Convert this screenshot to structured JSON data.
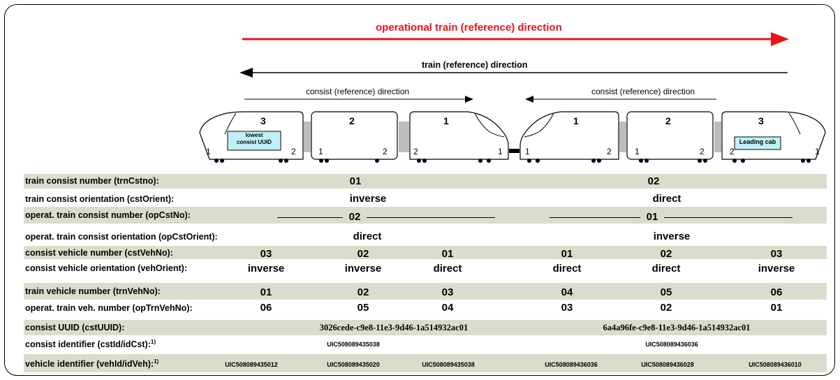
{
  "directions": {
    "operational": "operational train (reference) direction",
    "train": "train (reference) direction",
    "consist_left": "consist (reference) direction",
    "consist_right": "consist (reference) direction"
  },
  "cars": [
    {
      "number": "3",
      "end_left": "1",
      "end_right": "2"
    },
    {
      "number": "2",
      "end_left": "1",
      "end_right": "2"
    },
    {
      "number": "1",
      "end_left": "2",
      "end_right": "1"
    },
    {
      "number": "1",
      "end_left": "1",
      "end_right": "2"
    },
    {
      "number": "2",
      "end_left": "1",
      "end_right": "2"
    },
    {
      "number": "3",
      "end_left": "2",
      "end_right": "1"
    }
  ],
  "badges": {
    "lowest_uuid_line1": "lowest",
    "lowest_uuid_line2": "consist UUID",
    "leading_cab": "Leading cab"
  },
  "rows": {
    "trnCstno": {
      "label": "train consist number (trnCstno):",
      "values": [
        "01",
        "02"
      ]
    },
    "cstOrient": {
      "label": "train consist orientation (cstOrient):",
      "values": [
        "inverse",
        "direct"
      ]
    },
    "opCstNo": {
      "label": "operat. train consist number (opCstNo):",
      "values": [
        "02",
        "01"
      ]
    },
    "opCstOrient": {
      "label": "operat. train consist orientation (opCstOrient):",
      "values": [
        "direct",
        "inverse"
      ]
    },
    "cstVehNo": {
      "label": "consist vehicle number (cstVehNo):",
      "values": [
        "03",
        "02",
        "01",
        "01",
        "02",
        "03"
      ]
    },
    "vehOrient": {
      "label": "consist vehicle orientation (vehOrient):",
      "values": [
        "inverse",
        "inverse",
        "direct",
        "direct",
        "direct",
        "inverse"
      ]
    },
    "trnVehNo": {
      "label": "train vehicle number (trnVehNo):",
      "values": [
        "01",
        "02",
        "03",
        "04",
        "05",
        "06"
      ]
    },
    "opTrnVehNo": {
      "label": "operat. train veh. number (opTrnVehNo):",
      "values": [
        "06",
        "05",
        "04",
        "03",
        "02",
        "01"
      ]
    },
    "cstUUID": {
      "label": "consist UUID (cstUUID):",
      "values": [
        "3026cede-c9e8-11e3-9d46-1a514932ac01",
        "6a4a96fe-c9e8-11e3-9d46-1a514932ac01"
      ]
    },
    "cstId": {
      "label": "consist identifier (cstId/idCst):",
      "sup": "1)",
      "values": [
        "UIC508089435038",
        "UIC508089436036"
      ]
    },
    "vehId": {
      "label": "vehicle identifier (vehId/idVeh):",
      "sup": "1)",
      "values": [
        "UIC508089435012",
        "UIC508089435020",
        "UIC508089435038",
        "UIC508089436036",
        "UIC508089436028",
        "UIC508089436010"
      ]
    }
  },
  "colors": {
    "operational_arrow": "#e8141b",
    "band": "#dcdccc",
    "badge": "#bff0f6",
    "coupler": "#bdbdbd"
  }
}
